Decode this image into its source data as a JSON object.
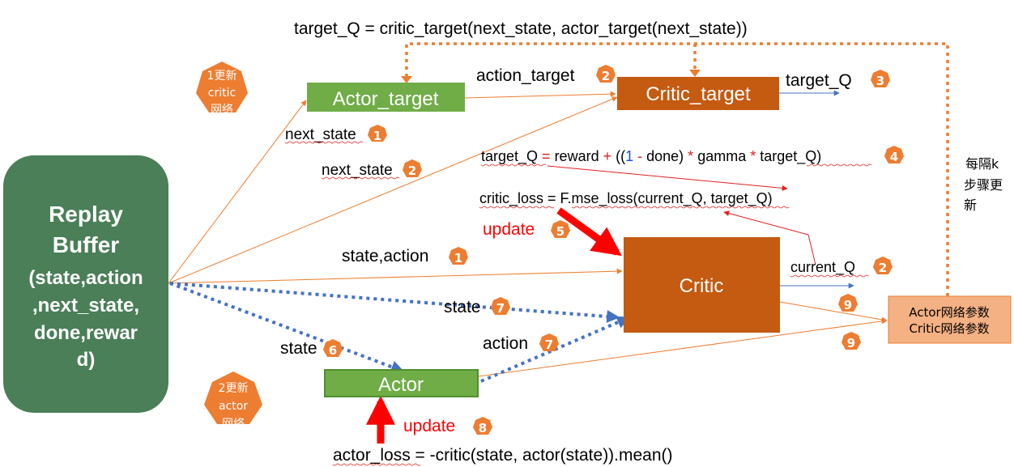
{
  "colors": {
    "green_dark": "#4a7f58",
    "green_box": "#70ad47",
    "orange_box": "#c55a11",
    "orange": "#ed7d31",
    "salmon": "#f4b183",
    "blue_arrow": "#4472c4",
    "red": "#ff0000"
  },
  "replay_buffer": {
    "line1": "Replay",
    "line2": "Buffer",
    "line3": "(state,action",
    "line4": ",next_state,",
    "line5": "done,rewar",
    "line6": "d)"
  },
  "boxes": {
    "actor_target": "Actor_target",
    "critic_target": "Critic_target",
    "critic": "Critic",
    "actor": "Actor",
    "params_line1": "Actor网络参数",
    "params_line2": "Critic网络参数"
  },
  "heptagons": {
    "critic_update": {
      "line1": "1更新",
      "line2": "critic",
      "line3": "网络"
    },
    "actor_update": {
      "line1": "2更新",
      "line2": "actor",
      "line3": "网络"
    }
  },
  "formulas": {
    "top": "target_Q = critic_target(next_state, actor_target(next_state))",
    "target_q_lhs": "target_Q",
    "target_q_eq": " = ",
    "target_q_reward": "reward",
    "target_q_plus": " + ",
    "target_q_paren": "((",
    "target_q_one": "1",
    "target_q_minus": " - ",
    "target_q_done": "done) ",
    "target_q_star1": "*",
    "target_q_gamma": " gamma ",
    "target_q_star2": "*",
    "target_q_rhs": " target_Q)",
    "critic_loss": "critic_loss = F.mse_loss(current_Q, target_Q)",
    "actor_loss": "actor_loss = -critic(state, actor(state)).mean()"
  },
  "labels": {
    "next_state_1": "next_state",
    "next_state_2": "next_state",
    "action_target": "action_target",
    "target_q_out": "target_Q",
    "update_critic": "update",
    "state_action": "state,action",
    "current_q": "current_Q",
    "state_7": "state",
    "action_7": "action",
    "state_6": "state",
    "update_actor": "update",
    "every_k_line1": "每隔k",
    "every_k_line2": "步骤更",
    "every_k_line3": "新"
  },
  "badges": {
    "next_state_1": "1",
    "next_state_2": "2",
    "action_target": "2",
    "target_q_out": "3",
    "target_q_formula": "4",
    "update_critic": "5",
    "state_action": "1",
    "current_q": "2",
    "state_7": "7",
    "action_7": "7",
    "state_6": "6",
    "update_actor": "8",
    "soft_update_1": "9",
    "soft_update_2": "9"
  }
}
